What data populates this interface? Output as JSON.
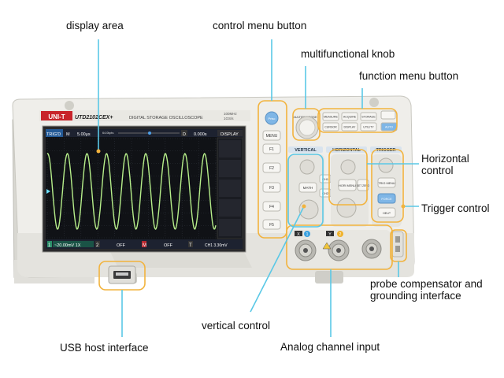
{
  "labels": {
    "display_area": "display area",
    "control_menu_button": "control menu button",
    "multifunctional_knob": "multifunctional knob",
    "function_menu_button": "function menu button",
    "horizontal_control": "Horizontal control",
    "trigger_control": "Trigger control",
    "probe_compensator": "probe compensator and grounding interface",
    "vertical_control": "vertical control",
    "analog_channel_input": "Analog channel input",
    "usb_host_interface": "USB host interface"
  },
  "device": {
    "brand": "UNI-T",
    "model": "UTD2102CEX+",
    "subtitle": "DIGITAL STORAGE OSCILLOSCOPE",
    "spec_bandwidth": "100MHz",
    "spec_rate": "1GS/s"
  },
  "screen": {
    "status": "TRIG'D",
    "mode": "M",
    "timebase": "5.00μs",
    "memory": "64.0kpts",
    "trig_pos": "D",
    "offset": "0.000s",
    "display_menu": "DISPLAY",
    "ch1_scale": "~20.00mV 1X",
    "ch2_tag": "2",
    "off1": "OFF",
    "m_tag": "M",
    "off2": "OFF",
    "t_tag": "T",
    "trig_readout": "CH1 3.30mV"
  },
  "buttons": {
    "menu": "MENU",
    "f1": "F1",
    "f2": "F2",
    "f3": "F3",
    "f4": "F4",
    "f5": "F5",
    "measure": "MEASURE",
    "acquire": "ACQUIRE",
    "storage": "STORAGE",
    "cursor": "CURSOR",
    "display": "DISPLAY",
    "utility": "UTILITY",
    "auto": "AUTO",
    "multipurpose": "MULTIPURPOSE",
    "vertical": "VERTICAL",
    "horizontal": "HORIZONTAL",
    "trigger": "TRIGGER",
    "math": "MATH",
    "ch1": "CH1",
    "ch2": "CH2",
    "horimenu": "HORI MENU",
    "set_zero": "SET ZERO",
    "trig_menu": "TRIG MENU",
    "force": "FORCE",
    "help": "HELP",
    "x_in": "X",
    "y_in": "Y",
    "ch1_num": "1",
    "ch2_num": "2"
  },
  "colors": {
    "callout_line": "#5ac8e6",
    "highlight_box": "#f2b33d",
    "wave": "#b6ee8a",
    "body": "#ecebe7"
  }
}
